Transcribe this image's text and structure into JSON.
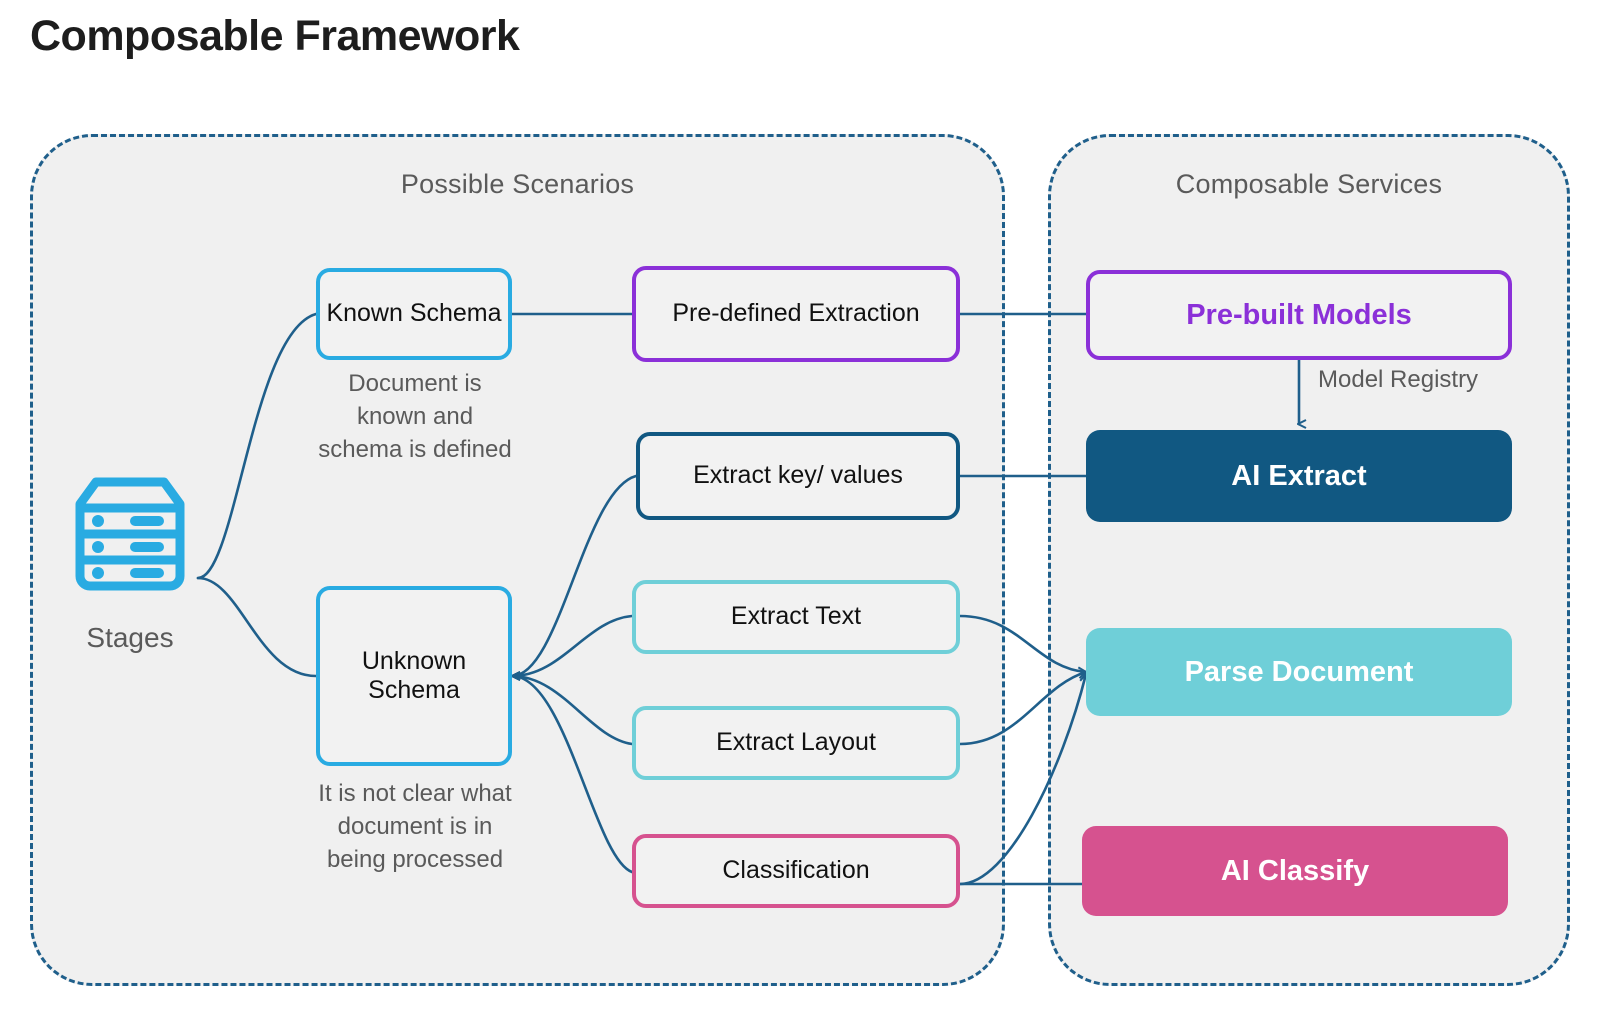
{
  "page": {
    "title": "Composable Framework",
    "background": "#ffffff"
  },
  "colors": {
    "cyan": "#29abe2",
    "purple": "#8b30d8",
    "dark_teal": "#115882",
    "turquoise": "#6fcfd8",
    "pink": "#d6528f",
    "group_border": "#1f5f8b",
    "group_fill": "#f0f0f0",
    "muted_text": "#5a5a5a",
    "connector": "#1f5f8b"
  },
  "groups": [
    {
      "id": "possible-scenarios",
      "title": "Possible Scenarios"
    },
    {
      "id": "composable-services",
      "title": "Composable Services"
    }
  ],
  "source": {
    "icon": "server-stack-icon",
    "label": "Stages"
  },
  "scenarios": {
    "known_schema": {
      "label": "Known Schema",
      "caption": "Document is known and schema is defined",
      "color": "#29abe2"
    },
    "unknown_schema": {
      "label": "Unknown Schema",
      "caption": "It is not clear what document is in being processed",
      "color": "#29abe2"
    },
    "tasks": [
      {
        "id": "pre-defined-extraction",
        "label": "Pre-defined Extraction",
        "color": "#8b30d8",
        "style": "outline"
      },
      {
        "id": "extract-key-values",
        "label": "Extract key/ values",
        "color": "#115882",
        "style": "outline"
      },
      {
        "id": "extract-text",
        "label": "Extract Text",
        "color": "#6fcfd8",
        "style": "outline"
      },
      {
        "id": "extract-layout",
        "label": "Extract Layout",
        "color": "#6fcfd8",
        "style": "outline"
      },
      {
        "id": "classification",
        "label": "Classification",
        "color": "#d6528f",
        "style": "outline"
      }
    ]
  },
  "services": [
    {
      "id": "pre-built-models",
      "label": "Pre-built Models",
      "color": "#8b30d8",
      "style": "outline-bold-text"
    },
    {
      "id": "ai-extract",
      "label": "AI Extract",
      "color": "#115882",
      "style": "filled"
    },
    {
      "id": "parse-document",
      "label": "Parse Document",
      "color": "#6fcfd8",
      "style": "filled"
    },
    {
      "id": "ai-classify",
      "label": "AI Classify",
      "color": "#d6528f",
      "style": "filled"
    }
  ],
  "edge_labels": {
    "model_registry": "Model Registry"
  }
}
